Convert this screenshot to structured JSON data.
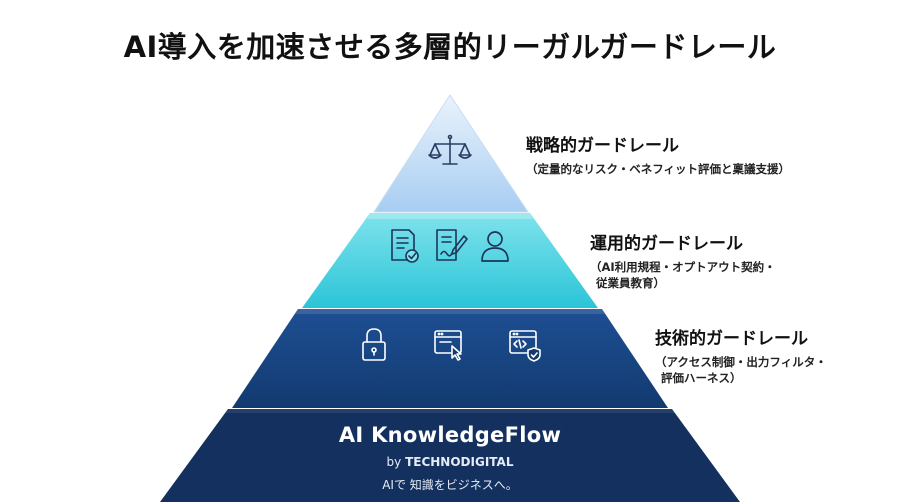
{
  "title": "AI導入を加速させる多層的リーガルガードレール",
  "layers": [
    {
      "heading": "戦略的ガードレール",
      "detail_lines": [
        "（定量的なリスク・ベネフィット評価と稟議支援）"
      ],
      "icons": [
        "scales-icon"
      ],
      "color_top": "#eaf3fc",
      "color_bottom": "#a7cdf2"
    },
    {
      "heading": "運用的ガードレール",
      "detail_lines": [
        "（AI利用規程・オプトアウト契約・",
        "従業員教育）"
      ],
      "icons": [
        "checked-document-icon",
        "signed-document-icon",
        "user-icon"
      ],
      "color_top": "#7fe3ec",
      "color_bottom": "#2bc4d8"
    },
    {
      "heading": "技術的ガードレール",
      "detail_lines": [
        "（アクセス制御・出力フィルタ・",
        "評価ハーネス）"
      ],
      "icons": [
        "lock-icon",
        "browser-click-icon",
        "secure-code-window-icon"
      ],
      "color_top": "#1e4f93",
      "color_bottom": "#123a70"
    }
  ],
  "base": {
    "name": "AI KnowledgeFlow",
    "by_prefix": "by ",
    "by_company": "TECHNODIGITAL",
    "tagline": "AIで 知識をビジネスへ。",
    "color": "#13305f"
  }
}
